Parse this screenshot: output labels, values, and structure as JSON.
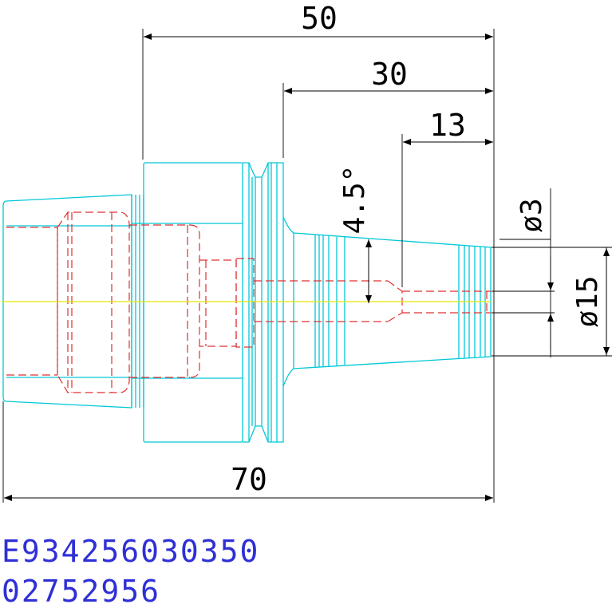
{
  "dimensions": {
    "overall_width": "50",
    "upper_width": "30",
    "small_width": "13",
    "angle": "4.5°",
    "small_diameter": "ø3",
    "large_diameter": "ø15",
    "total_length": "70"
  },
  "codes": {
    "line1": "E934256030350",
    "line2": "02752956"
  },
  "colors": {
    "outline": "#00c8d8",
    "hidden": "#e03030",
    "centerline": "#e8e800",
    "dimension": "#000000",
    "code_text": "#2f2fd6"
  }
}
